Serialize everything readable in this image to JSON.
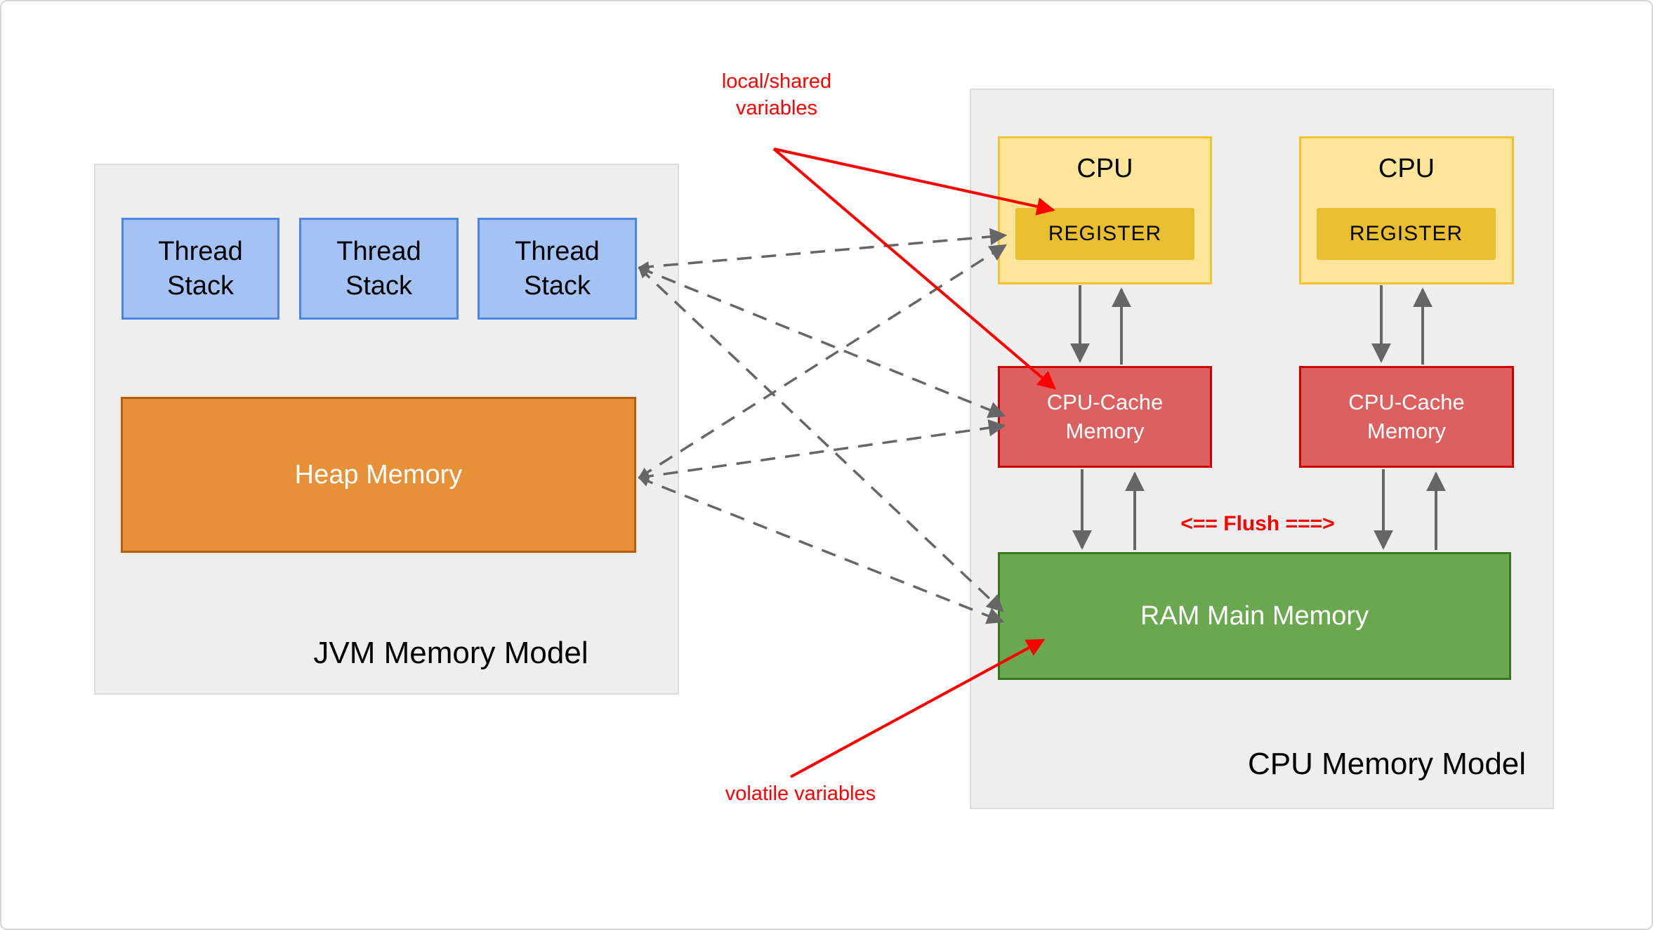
{
  "jvm": {
    "title": "JVM Memory Model",
    "thread_stacks": [
      {
        "label": "Thread Stack"
      },
      {
        "label": "Thread Stack"
      },
      {
        "label": "Thread Stack"
      }
    ],
    "heap": {
      "label": "Heap Memory"
    }
  },
  "cpu_model": {
    "title": "CPU Memory Model",
    "cpus": [
      {
        "label": "CPU",
        "register": "REGISTER",
        "cache_line1": "CPU-Cache",
        "cache_line2": "Memory"
      },
      {
        "label": "CPU",
        "register": "REGISTER",
        "cache_line1": "CPU-Cache",
        "cache_line2": "Memory"
      }
    ],
    "ram": {
      "label": "RAM Main Memory"
    },
    "flush_label": "<== Flush ===>"
  },
  "annotations": {
    "local_shared_variables": "local/shared variables",
    "volatile_variables": "volatile variables"
  },
  "colors": {
    "thread_stack_fill": "#a4c2f4",
    "thread_stack_border": "#4a86e8",
    "heap_fill": "#e69138",
    "heap_border": "#b45f06",
    "cpu_fill": "#ffe599",
    "cpu_border": "#f1c232",
    "register_fill": "#e9bf30",
    "cache_fill": "#dd6060",
    "cache_border": "#cc0000",
    "ram_fill": "#6aa84f",
    "ram_border": "#38761d",
    "container_fill": "#eeeeee",
    "container_border": "#dcdcdc",
    "connector_gray": "#666666",
    "annotation_red": "#ff0000"
  }
}
